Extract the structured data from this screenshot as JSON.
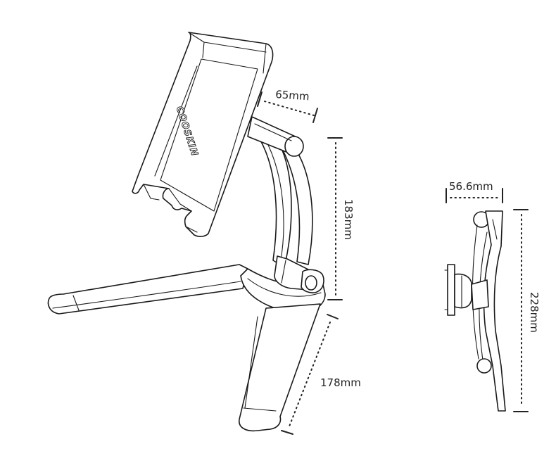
{
  "brand": "COOSKIN",
  "dimensions": {
    "clamp_width": "65mm",
    "arm_height": "183mm",
    "leg_length": "178mm",
    "side_depth": "56.6mm",
    "side_height": "228mm"
  }
}
